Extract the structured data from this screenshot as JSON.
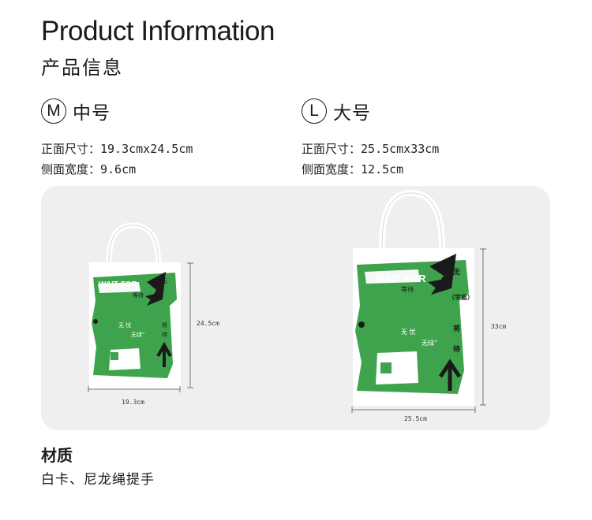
{
  "header": {
    "title_en": "Product Information",
    "title_cn": "产品信息"
  },
  "sizes": [
    {
      "badge": "M",
      "name": "中号",
      "front": "正面尺寸：19.3cmx24.5cm",
      "side": "侧面宽度：9.6cm",
      "width_label": "19.3cm",
      "height_label": "24.5cm"
    },
    {
      "badge": "L",
      "name": "大号",
      "front": "正面尺寸：25.5cmx33cm",
      "side": "侧面宽度：12.5cm",
      "width_label": "25.5cm",
      "height_label": "33cm"
    }
  ],
  "bag_art": {
    "wait_for": "WAIT FOR",
    "deng_dai": "等待",
    "wu_you": "无 忧",
    "wu_lv": "无绿”",
    "vertical": [
      "无",
      "（宇宙）",
      "将",
      "待"
    ]
  },
  "material": {
    "title": "材质",
    "text": "白卡、尼龙绳提手"
  },
  "colors": {
    "bag_green": "#3fa34d",
    "panel_bg": "#efefef"
  }
}
